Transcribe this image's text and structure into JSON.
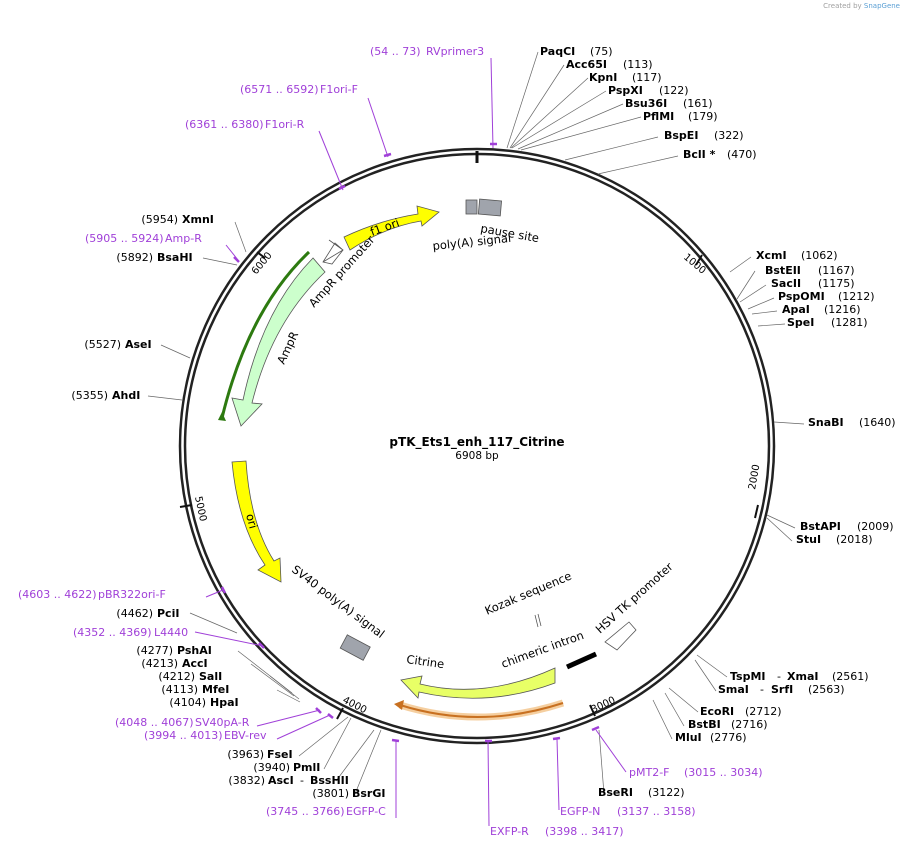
{
  "credit": {
    "prefix": "Created by",
    "brand": "SnapGene"
  },
  "plasmid": {
    "name": "pTK_Ets1_enh_117_Citrine",
    "length_label": "6908 bp",
    "length": 6908
  },
  "colors": {
    "primer": "#a040d8",
    "f1ori": "#ffff00",
    "ampr": "#ccffcc",
    "ori": "#ffff00",
    "citrine": "#e8ff66",
    "polyA": "#a0a4ac",
    "orf_ampr": "#2d7a10",
    "orf_citrine": "#c87020"
  },
  "tick_marks": [
    {
      "pos": 1000,
      "label": "1000"
    },
    {
      "pos": 2000,
      "label": "2000"
    },
    {
      "pos": 3000,
      "label": "3000"
    },
    {
      "pos": 4000,
      "label": "4000"
    },
    {
      "pos": 5000,
      "label": "5000"
    },
    {
      "pos": 6000,
      "label": "6000"
    }
  ],
  "enzymes": [
    {
      "name": "PaqCI",
      "pos_label": "(75)"
    },
    {
      "name": "Acc65I",
      "pos_label": "(113)"
    },
    {
      "name": "KpnI",
      "pos_label": "(117)"
    },
    {
      "name": "PspXI",
      "pos_label": "(122)"
    },
    {
      "name": "Bsu36I",
      "pos_label": "(161)"
    },
    {
      "name": "PflMI",
      "pos_label": "(179)"
    },
    {
      "name": "BspEI",
      "pos_label": "(322)"
    },
    {
      "name": "BclI *",
      "pos_label": "(470)"
    },
    {
      "name": "XcmI",
      "pos_label": "(1062)"
    },
    {
      "name": "BstEII",
      "pos_label": "(1167)"
    },
    {
      "name": "SacII",
      "pos_label": "(1175)"
    },
    {
      "name": "PspOMI",
      "pos_label": "(1212)"
    },
    {
      "name": "ApaI",
      "pos_label": "(1216)"
    },
    {
      "name": "SpeI",
      "pos_label": "(1281)"
    },
    {
      "name": "SnaBI",
      "pos_label": "(1640)"
    },
    {
      "name": "BstAPI",
      "pos_label": "(2009)"
    },
    {
      "name": "StuI",
      "pos_label": "(2018)"
    },
    {
      "name": "TspMI",
      "sep": "-",
      "name2": "XmaI",
      "pos_label": "(2561)"
    },
    {
      "name": "SmaI",
      "sep": "-",
      "name2": "SrfI",
      "pos_label": "(2563)"
    },
    {
      "name": "EcoRI",
      "pos_label": "(2712)"
    },
    {
      "name": "BstBI",
      "pos_label": "(2716)"
    },
    {
      "name": "MluI",
      "pos_label": "(2776)"
    },
    {
      "name": "BseRI",
      "pos_label": "(3122)"
    },
    {
      "name": "BsrGI",
      "pos_label": "(3801)"
    },
    {
      "name": "AscI",
      "sep": "-",
      "name2": "BssHII",
      "pos_label": "(3832)"
    },
    {
      "name": "PmlI",
      "pos_label": "(3940)"
    },
    {
      "name": "FseI",
      "pos_label": "(3963)"
    },
    {
      "name": "HpaI",
      "pos_label": "(4104)"
    },
    {
      "name": "MfeI",
      "pos_label": "(4113)"
    },
    {
      "name": "SalI",
      "pos_label": "(4212)"
    },
    {
      "name": "AccI",
      "pos_label": "(4213)"
    },
    {
      "name": "PshAI",
      "pos_label": "(4277)"
    },
    {
      "name": "PciI",
      "pos_label": "(4462)"
    },
    {
      "name": "AhdI",
      "pos_label": "(5355)"
    },
    {
      "name": "AseI",
      "pos_label": "(5527)"
    },
    {
      "name": "BsaHI",
      "pos_label": "(5892)"
    },
    {
      "name": "XmnI",
      "pos_label": "(5954)"
    }
  ],
  "primers": [
    {
      "range": "(54 .. 73)",
      "name": "RVprimer3"
    },
    {
      "range": "(6571 .. 6592)",
      "name": "F1ori-F"
    },
    {
      "range": "(6361 .. 6380)",
      "name": "F1ori-R"
    },
    {
      "range": "(5905 .. 5924)",
      "name": "Amp-R"
    },
    {
      "range": "(4603 .. 4622)",
      "name": "pBR322ori-F"
    },
    {
      "range": "(4352 .. 4369)",
      "name": "L4440"
    },
    {
      "range": "(4048 .. 4067)",
      "name": "SV40pA-R"
    },
    {
      "range": "(3994 .. 4013)",
      "name": "EBV-rev"
    },
    {
      "range": "(3745 .. 3766)",
      "name": "EGFP-C"
    },
    {
      "range": "(3398 .. 3417)",
      "name": "EXFP-R"
    },
    {
      "range": "(3137 .. 3158)",
      "name": "EGFP-N"
    },
    {
      "range": "(3015 .. 3034)",
      "name": "pMT2-F"
    }
  ],
  "features": {
    "f1_ori": "f1 ori",
    "pause_site": "pause site",
    "polyA_signal": "poly(A) signal",
    "ampr_promoter": "AmpR promoter",
    "ampr": "AmpR",
    "ori": "ori",
    "sv40_polyA": "SV40 poly(A) signal",
    "kozak": "Kozak sequence",
    "hsv_tk_promoter": "HSV TK promoter",
    "chimeric_intron": "chimeric intron",
    "citrine": "Citrine"
  }
}
